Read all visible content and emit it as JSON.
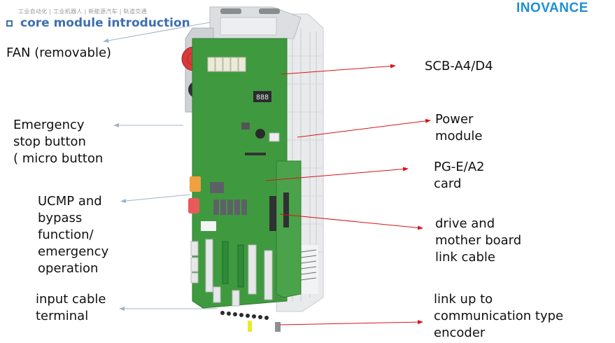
{
  "header": {
    "tagline": "工业自动化 | 工业机器人 | 新能源汽车 | 轨道交通",
    "title": "core module introduction",
    "logo": "INOVANCE"
  },
  "colors": {
    "title": "#3f6fb0",
    "logo": "#1e8fd6",
    "left_arrow": "#9fb4c4",
    "right_arrow": "#d9141b",
    "pcb_green": "#3f9a3f"
  },
  "left_labels": [
    {
      "id": "fan",
      "lines": [
        "FAN   (removable)"
      ]
    },
    {
      "id": "emergency-stop",
      "lines": [
        "Emergency",
        "stop button",
        "( micro button"
      ]
    },
    {
      "id": "ucmp",
      "lines": [
        "UCMP and",
        "bypass",
        "function/",
        "emergency",
        "operation"
      ]
    },
    {
      "id": "input-cable",
      "lines": [
        "input cable",
        "terminal"
      ]
    }
  ],
  "right_labels": [
    {
      "id": "scb",
      "lines": [
        "SCB-A4/D4"
      ]
    },
    {
      "id": "power-module",
      "lines": [
        "Power",
        "module"
      ]
    },
    {
      "id": "pg-card",
      "lines": [
        "PG-E/A2",
        "card"
      ]
    },
    {
      "id": "link-cable",
      "lines": [
        "drive and",
        "mother board",
        "link cable"
      ]
    },
    {
      "id": "encoder",
      "lines": [
        "link up to",
        "communication type",
        "encoder"
      ]
    }
  ],
  "device": {
    "display_readout": "888"
  }
}
